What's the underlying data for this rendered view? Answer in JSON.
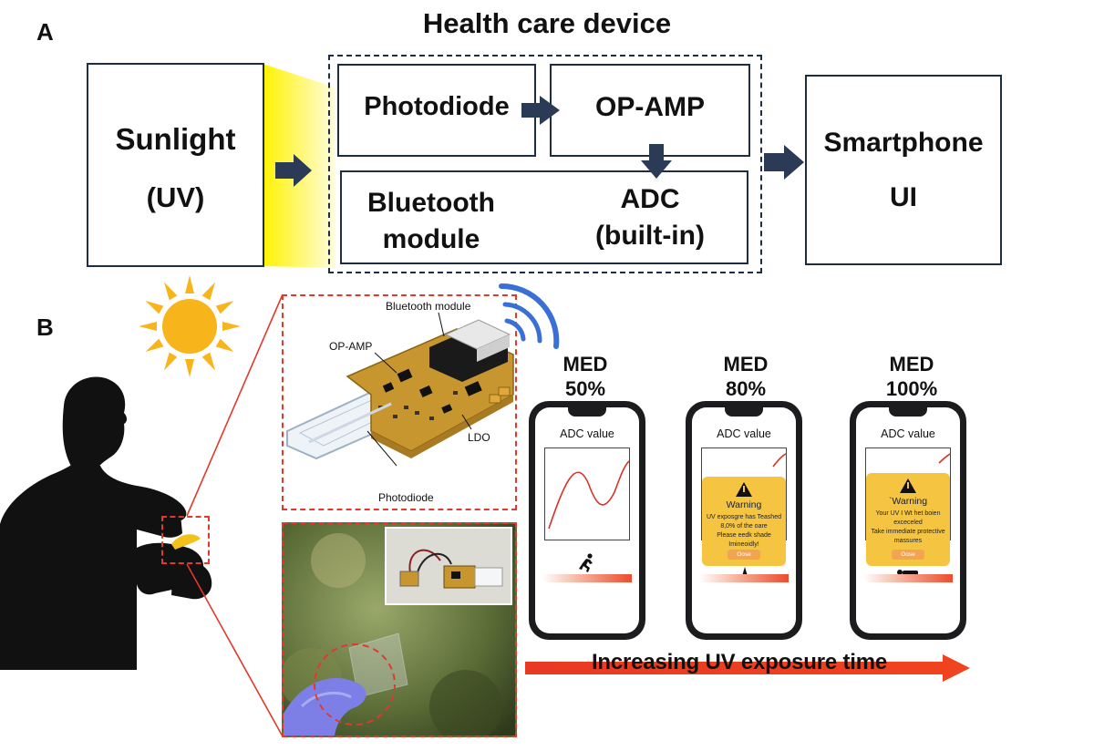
{
  "panel_a": {
    "label": "A",
    "title": "Health care device",
    "sunlight": {
      "line1": "Sunlight",
      "line2": "(UV)"
    },
    "photodiode": "Photodiode",
    "opamp": "OP-AMP",
    "bluetooth": {
      "line1": "Bluetooth",
      "line2": "module"
    },
    "adc": {
      "line1": "ADC",
      "line2": "(built-in)"
    },
    "smartphone": {
      "line1": "Smartphone",
      "line2": "UI"
    }
  },
  "panel_b": {
    "label": "B",
    "component_labels": {
      "bluetooth": "Bluetooth module",
      "opamp": "OP-AMP",
      "ldo": "LDO",
      "photodiode": "Photodiode"
    },
    "phones": [
      {
        "med_line1": "MED",
        "med_line2": "50%",
        "screen_title": "ADC value"
      },
      {
        "med_line1": "MED",
        "med_line2": "80%",
        "screen_title": "ADC value",
        "warning_title": "Warning",
        "warning_lines": [
          "UV exposgre has Teashed",
          "8,0% of the oare",
          "Please eedk shade Imineoidly!"
        ],
        "button": "Oose"
      },
      {
        "med_line1": "MED",
        "med_line2": "100%",
        "screen_title": "ADC value",
        "warning_title": "`Warning",
        "warning_lines": [
          "Your UV I Wt het boien",
          "exceceled",
          "Take immediate protective",
          "massures"
        ],
        "button": "Oose"
      }
    ],
    "exposure_arrow_label": "Increasing UV exposure time"
  },
  "colors": {
    "box_border": "#1f2d44",
    "arrow": "#2b3a55",
    "accent_red": "#e8412a",
    "dashed_red": "#e03a2e",
    "warning_yellow": "#f5c542",
    "sun_yellow": "#f7b51b"
  }
}
